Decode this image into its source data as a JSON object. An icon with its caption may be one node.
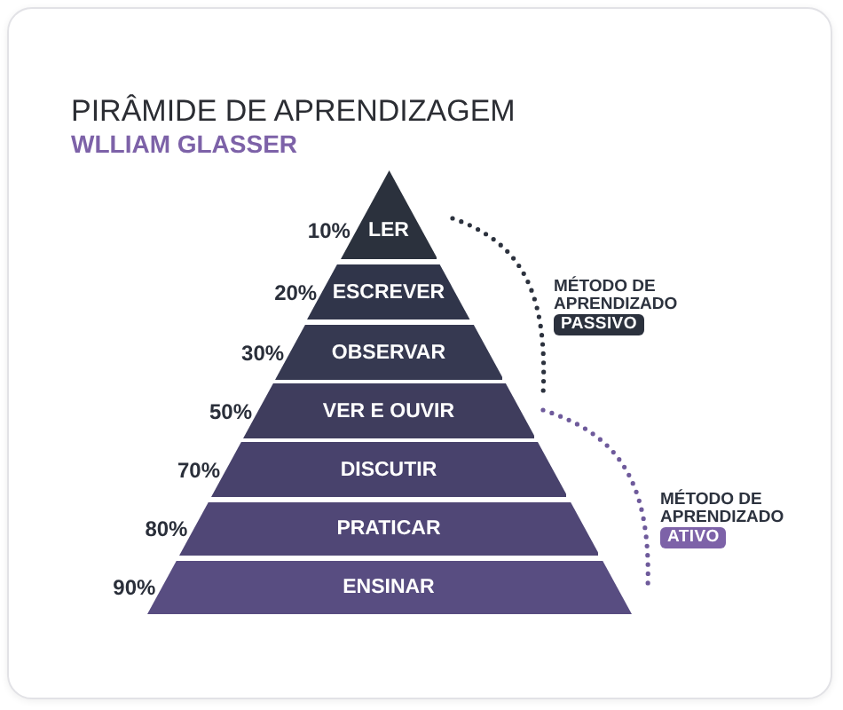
{
  "diagram": {
    "title": "PIRÂMIDE DE APRENDIZAGEM",
    "nodes": [
      {
        "text": [
          "LER"
        ],
        "beside": [
          "10%"
        ]
      },
      {
        "text": [
          "ESCREVER"
        ],
        "beside": [
          "20%"
        ]
      },
      {
        "text": [
          "OBSERVAR"
        ],
        "beside": [
          "30%"
        ]
      },
      {
        "text": [
          "VER E OUVIR"
        ],
        "beside": [
          "50%"
        ]
      },
      {
        "text": [
          "DISCUTIR"
        ],
        "beside": [
          "70%"
        ]
      },
      {
        "text": [
          "PRATICAR"
        ],
        "beside": [
          "80%"
        ]
      },
      {
        "text": [
          "ENSINAR"
        ],
        "beside": [
          "90%"
        ]
      },
      {
        "text": [
          "PASSIVO"
        ],
        "beside": [
          "MÉTODO DE APRENDIZADO"
        ]
      },
      {
        "text": [
          "ATIVO"
        ],
        "beside": [
          "MÉTODO DE APRENDIZADO"
        ]
      }
    ],
    "labels": [
      "WLLIAM GLASSER"
    ]
  }
}
